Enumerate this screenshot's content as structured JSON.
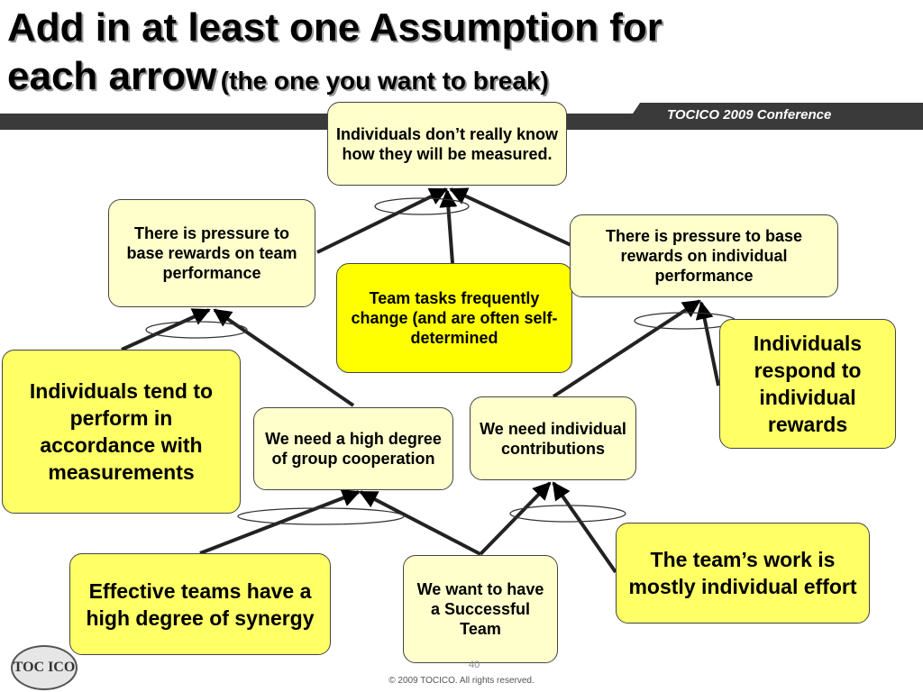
{
  "title": {
    "line1": "Add in at least one Assumption for",
    "line2": "each arrow",
    "subtitle": "(the one you want to break)"
  },
  "conference_label": "TOCICO 2009 Conference",
  "boxes": {
    "top": "Individuals don’t really know how they will be measured.",
    "pressure_team": "There is pressure to base rewards on team performance",
    "team_tasks": "Team tasks frequently change (and are often self-determined",
    "pressure_individual": "There is pressure to base rewards on individual performance",
    "individuals_perform": "Individuals tend to perform in accordance with measurements",
    "individuals_respond": "Individuals respond to individual rewards",
    "group_cooperation": "We need a high degree of group cooperation",
    "individual_contributions": "We need individual contributions",
    "effective_teams": "Effective teams have a high degree of synergy",
    "successful_team": "We want to have a Successful Team",
    "teams_work": "The team’s work is mostly individual effort"
  },
  "footer": {
    "logo_text": "TOC ICO",
    "page_number": "40",
    "copyright": "© 2009 TOCICO. All rights reserved."
  }
}
